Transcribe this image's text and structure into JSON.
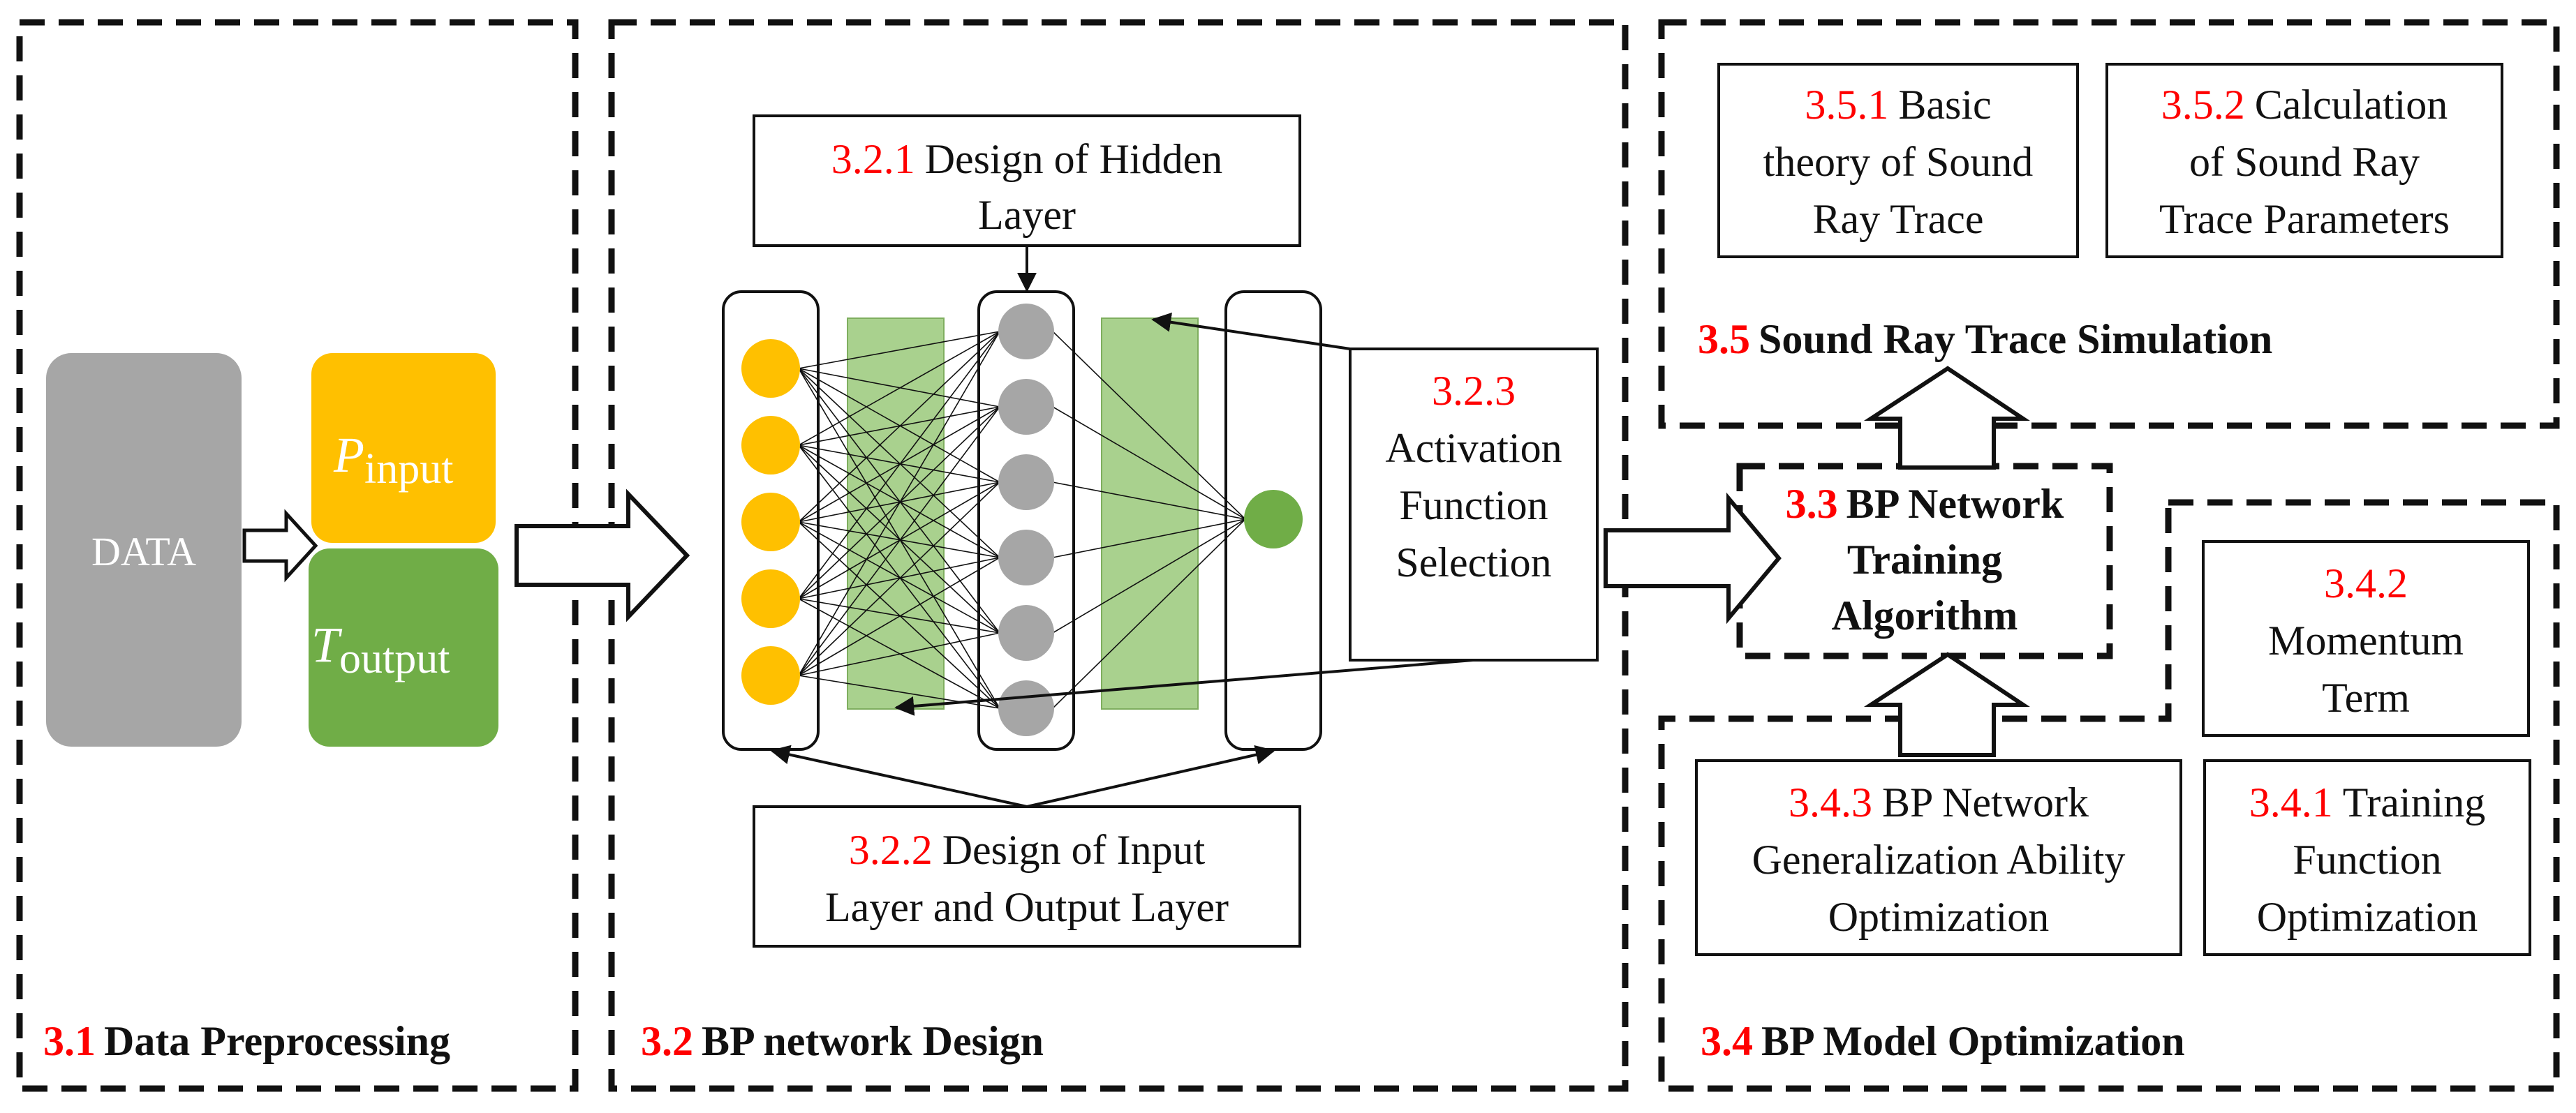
{
  "colors": {
    "yellow": "#ffc000",
    "green": "#70ad47",
    "light_green": "#a9d18e",
    "gray": "#a6a6a6",
    "red": "#ff0000",
    "black": "#111111"
  },
  "sections": {
    "s31": {
      "num": "3.1",
      "title": "Data Preprocessing"
    },
    "s32": {
      "num": "3.2",
      "title": "BP network Design"
    },
    "s33": {
      "num": "3.3",
      "title_l1": "BP Network",
      "title_l2": "Training",
      "title_l3": "Algorithm"
    },
    "s34": {
      "num": "3.4",
      "title": "BP Model Optimization"
    },
    "s35": {
      "num": "3.5",
      "title": "Sound Ray Trace Simulation"
    }
  },
  "data_block": {
    "label": "DATA"
  },
  "inputs": {
    "p_symbol": "P",
    "p_sub": "input",
    "t_symbol": "T",
    "t_sub": "output"
  },
  "boxes": {
    "b321": {
      "num": "3.2.1",
      "l1": "Design of Hidden",
      "l2": "Layer"
    },
    "b322": {
      "num": "3.2.2",
      "l1": "Design of  Input",
      "l2": "Layer and Output Layer"
    },
    "b323": {
      "num": "3.2.3",
      "l1": "Activation",
      "l2": "Function",
      "l3": "Selection"
    },
    "b341": {
      "num": "3.4.1",
      "l1": "Training",
      "l2": "Function",
      "l3": "Optimization"
    },
    "b342": {
      "num": "3.4.2",
      "l1": "Momentum",
      "l2": "Term"
    },
    "b343": {
      "num": "3.4.3",
      "l1": "BP Network",
      "l2": "Generalization Ability",
      "l3": "Optimization"
    },
    "b351": {
      "num": "3.5.1",
      "l1": "Basic",
      "l2": "theory of Sound",
      "l3": "Ray Trace"
    },
    "b352": {
      "num": "3.5.2",
      "l1": "Calculation",
      "l2": "of Sound Ray",
      "l3": "Trace Parameters"
    }
  }
}
